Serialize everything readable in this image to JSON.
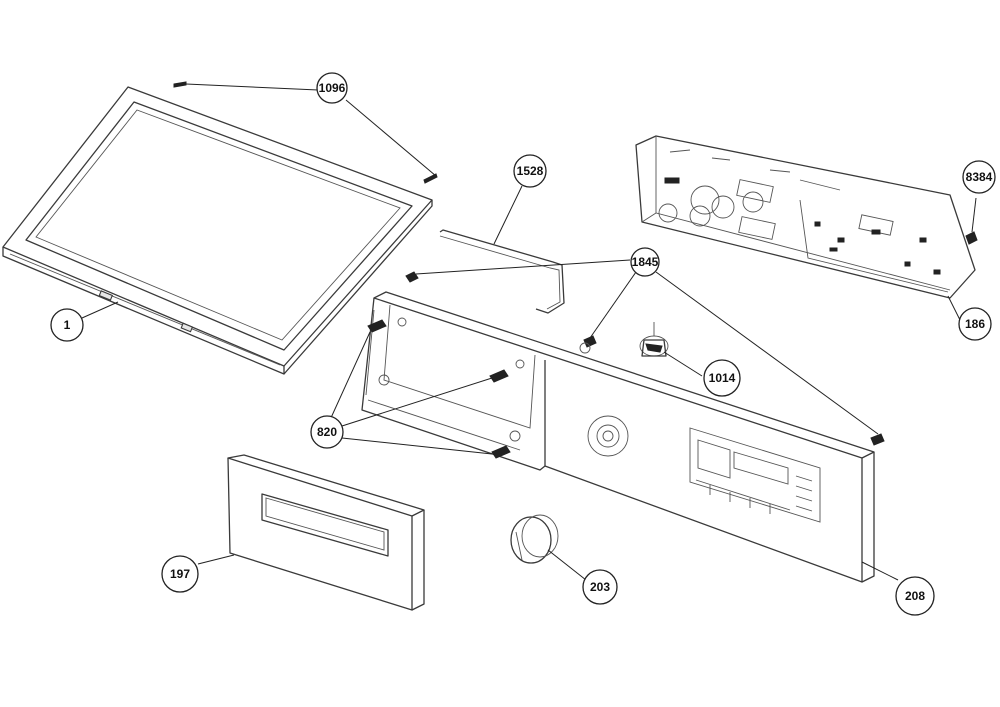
{
  "callouts": {
    "c1096": "1096",
    "c1528": "1528",
    "c8384": "8384",
    "c1845": "1845",
    "c186": "186",
    "c1": "1",
    "c1014": "1014",
    "c820": "820",
    "c197": "197",
    "c203": "203",
    "c208": "208"
  }
}
